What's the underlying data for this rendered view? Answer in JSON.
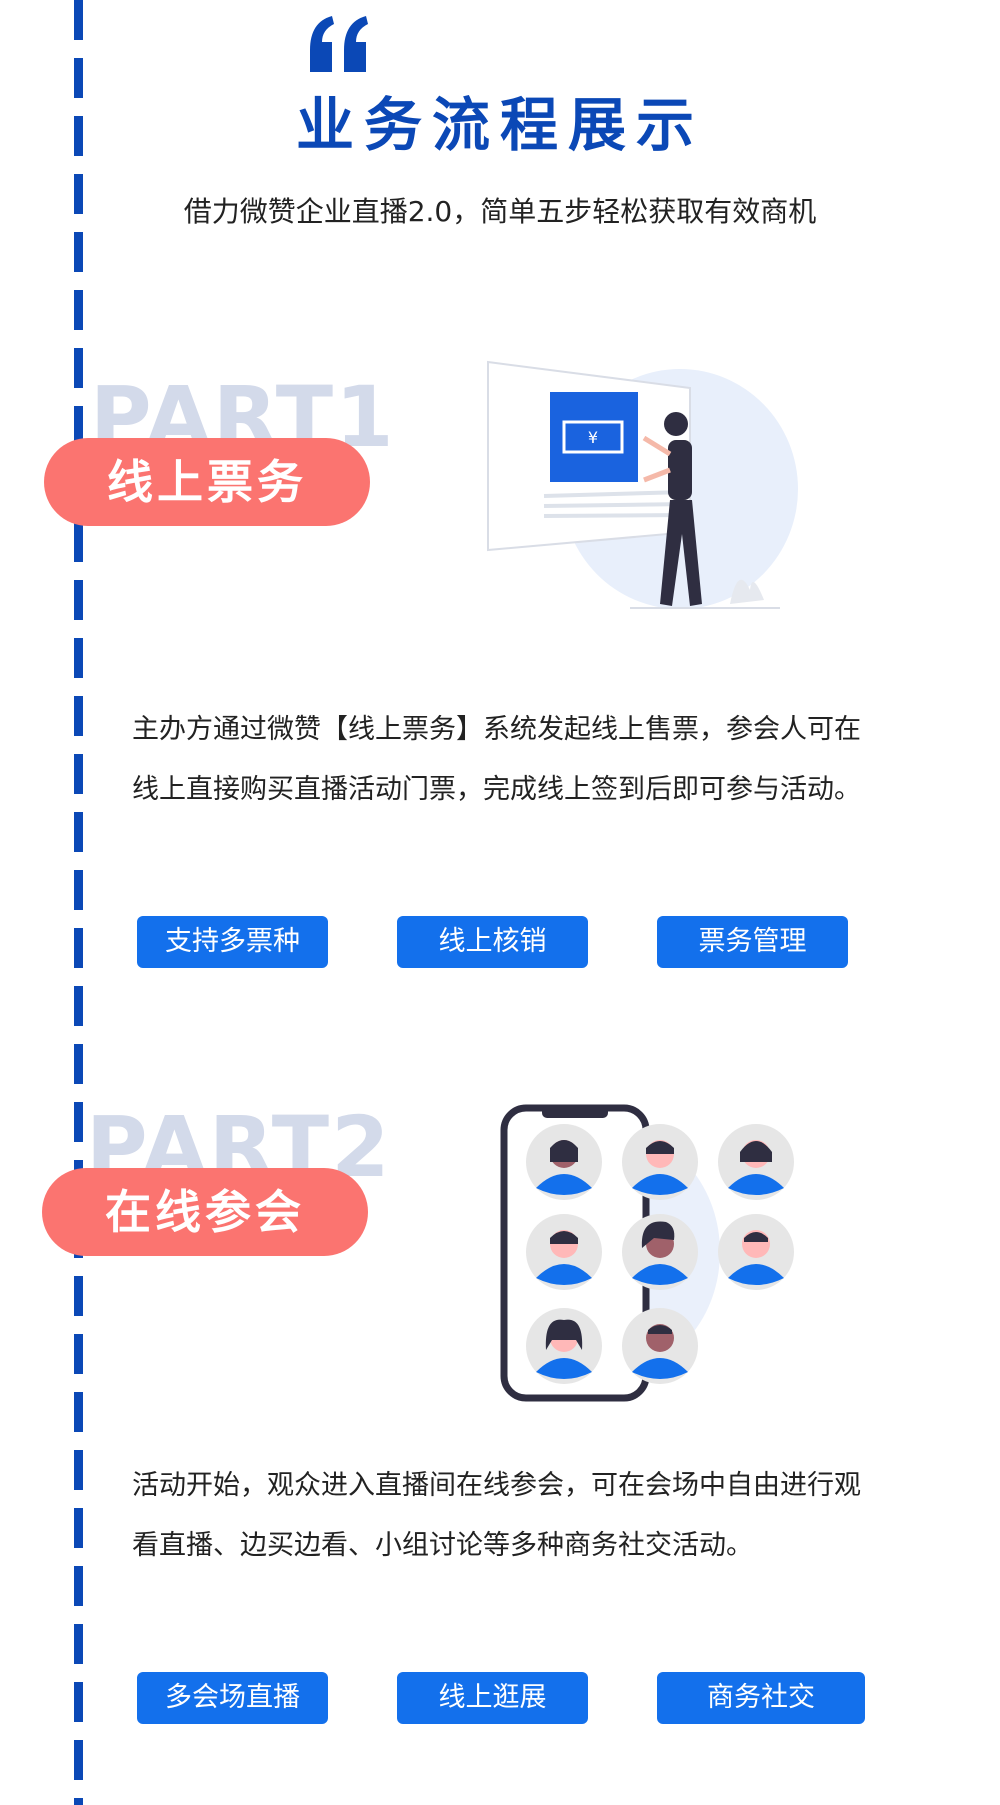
{
  "header": {
    "title": "业务流程展示",
    "subtitle": "借力微赞企业直播2.0，简单五步轻松获取有效商机"
  },
  "colors": {
    "brand_blue": "#0b48b6",
    "tag_blue": "#1370ec",
    "pill_coral": "#fb7470",
    "part_ghost": "#d3daea"
  },
  "sections": [
    {
      "part_label": "PART1",
      "title": "线上票务",
      "description": "主办方通过微赞【线上票务】系统发起线上售票，参会人可在线上直接购买直播活动门票，完成线上签到后即可参与活动。",
      "tags": [
        "支持多票种",
        "线上核销",
        "票务管理"
      ],
      "illustration": "ticket-screen-woman-illustration"
    },
    {
      "part_label": "PART2",
      "title": "在线参会",
      "description": "活动开始，观众进入直播间在线参会，可在会场中自由进行观看直播、边买边看、小组讨论等多种商务社交活动。",
      "tags": [
        "多会场直播",
        "线上逛展",
        "商务社交"
      ],
      "illustration": "phone-attendees-illustration"
    }
  ]
}
